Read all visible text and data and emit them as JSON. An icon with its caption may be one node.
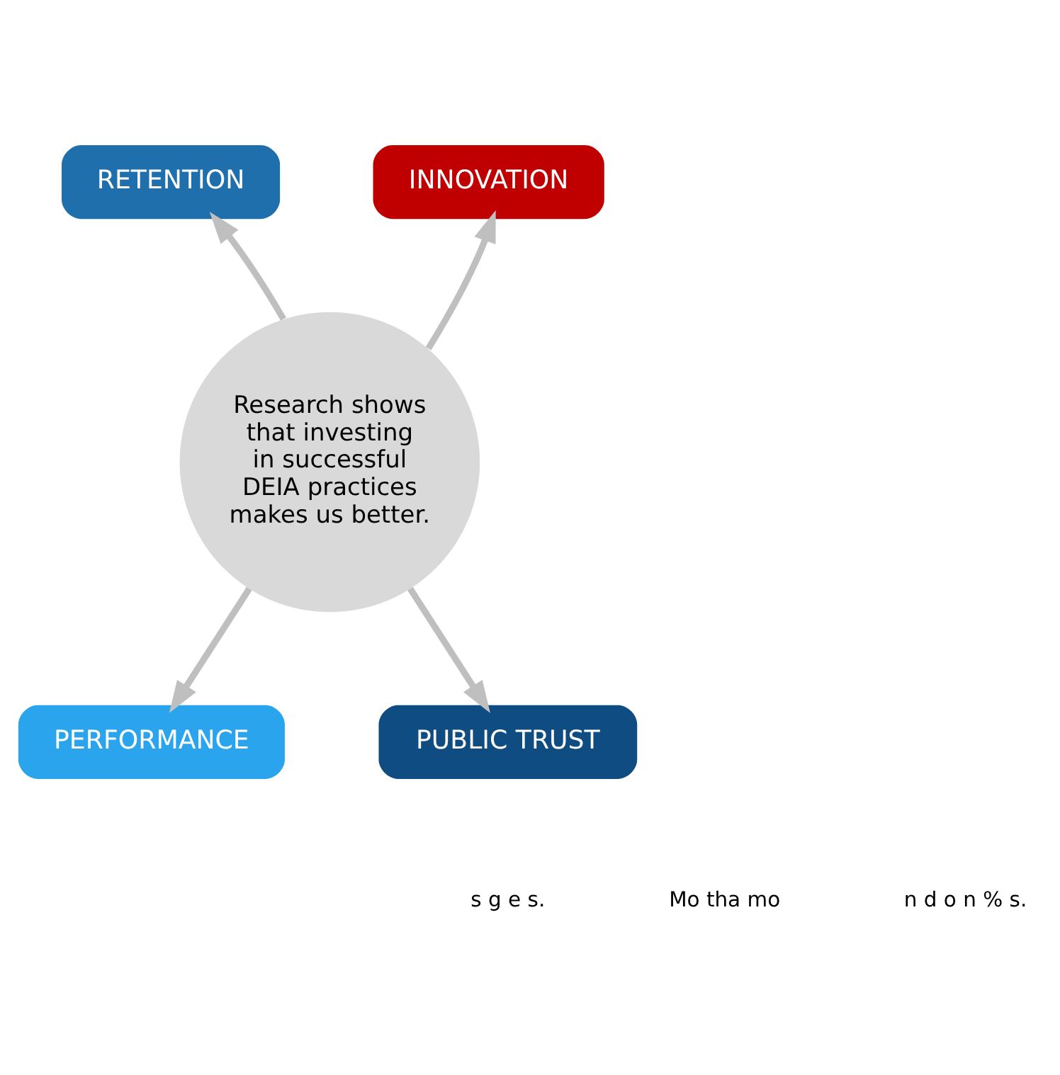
{
  "diagram": {
    "nodes": [
      {
        "text": [
          "RETENTION"
        ]
      },
      {
        "text": [
          "INNOVATION"
        ]
      },
      {
        "text": [
          "Research shows that investing in successful DEIA practices makes us better."
        ]
      },
      {
        "text": [
          "PERFORMANCE"
        ]
      },
      {
        "text": [
          "PUBLIC TRUST"
        ]
      }
    ],
    "edges": [
      {
        "from": 2,
        "to": 0,
        "arrow": "to"
      },
      {
        "from": 2,
        "to": 1,
        "arrow": "to"
      },
      {
        "from": 2,
        "to": 3,
        "arrow": "to"
      },
      {
        "from": 2,
        "to": 4,
        "arrow": "to"
      }
    ],
    "labels": [
      "s g e s.",
      "Mo tha mo",
      "n d o n % s."
    ]
  }
}
